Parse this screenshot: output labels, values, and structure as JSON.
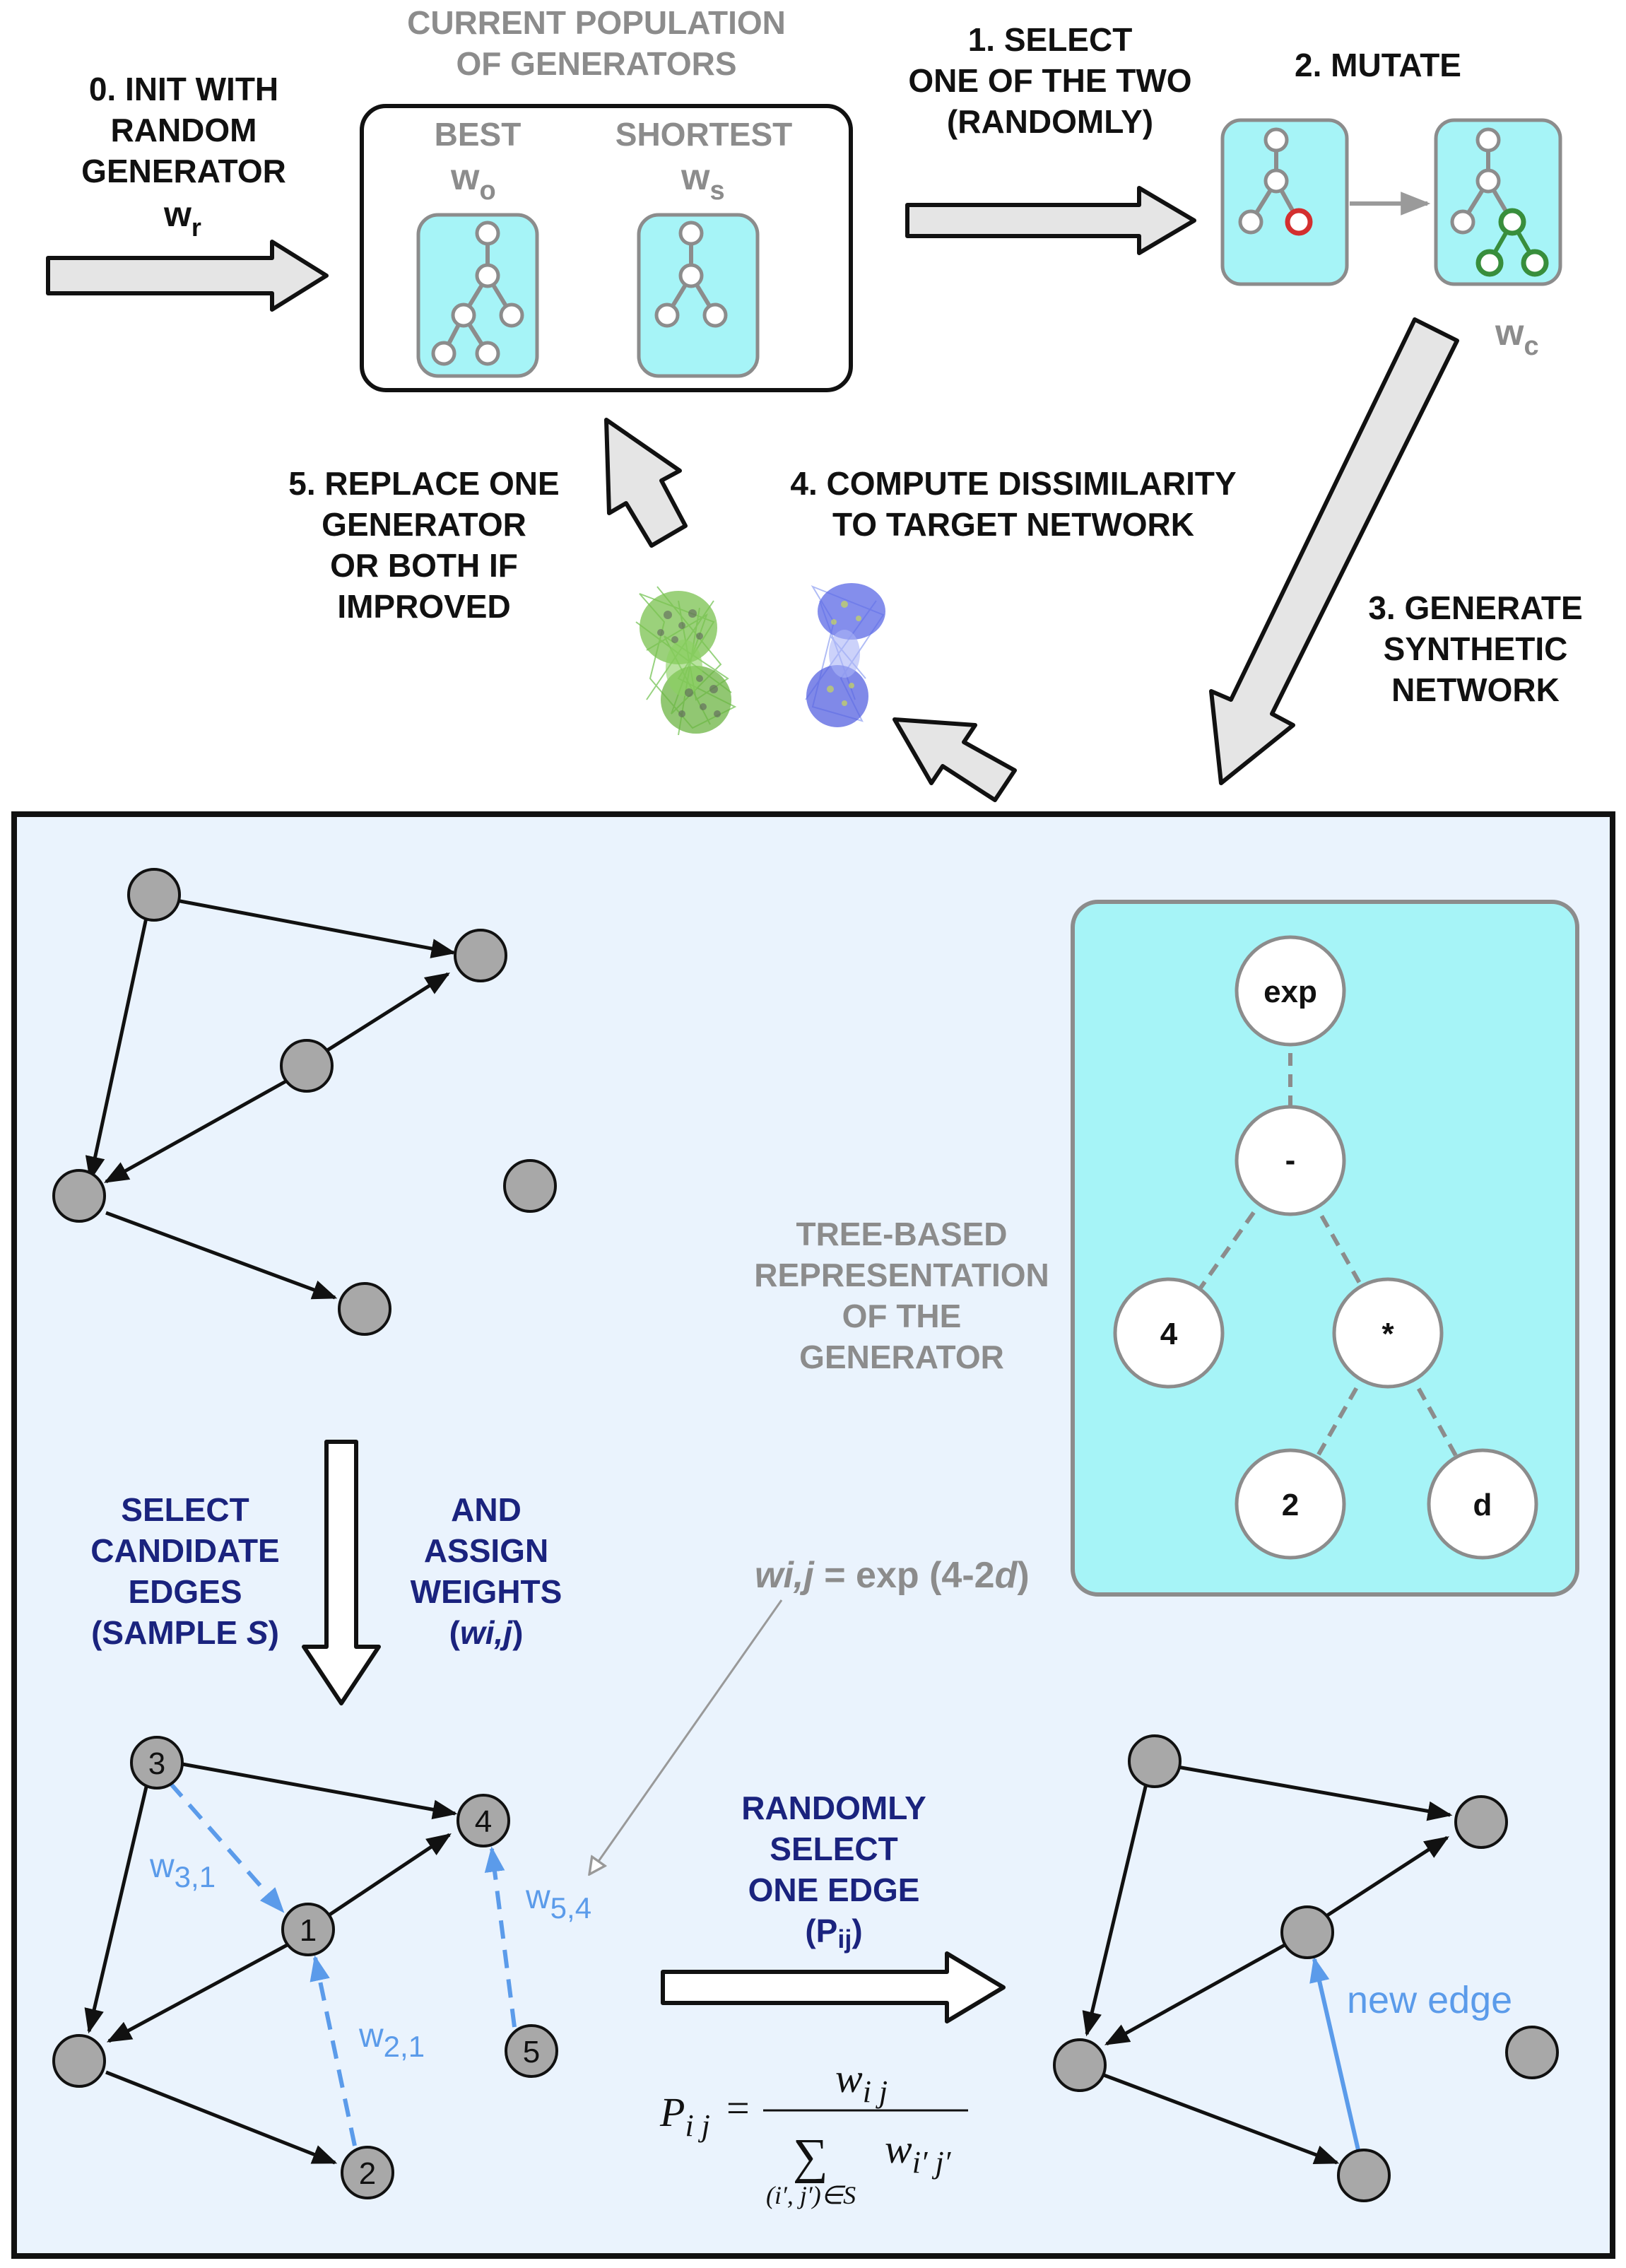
{
  "top": {
    "step0": [
      "0. INIT WITH",
      "RANDOM",
      "GENERATOR"
    ],
    "step0_var": "w",
    "step0_sub": "r",
    "population_title": [
      "CURRENT POPULATION",
      "OF GENERATORS"
    ],
    "best_label": "BEST",
    "best_var": "w",
    "best_sub": "o",
    "shortest_label": "SHORTEST",
    "shortest_var": "w",
    "shortest_sub": "s",
    "step1": [
      "1. SELECT",
      "ONE OF THE TWO",
      "(RANDOMLY)"
    ],
    "step2": "2. MUTATE",
    "mutated_var": "w",
    "mutated_sub": "c",
    "step3": [
      "3. GENERATE",
      "SYNTHETIC",
      "NETWORK"
    ],
    "step4": [
      "4. COMPUTE DISSIMILARITY",
      "TO TARGET NETWORK"
    ],
    "step5": [
      "5. REPLACE ONE",
      "GENERATOR",
      "OR BOTH IF",
      "IMPROVED"
    ]
  },
  "bottom": {
    "tree_caption": [
      "TREE-BASED",
      "REPRESENTATION",
      "OF THE",
      "GENERATOR"
    ],
    "tree_nodes": [
      "exp",
      "-",
      "4",
      "*",
      "2",
      "d"
    ],
    "formula_var": "wi,j",
    "formula_rest": " = exp (4-2",
    "formula_d": "d",
    "formula_close": ")",
    "select_text": [
      "SELECT",
      "CANDIDATE",
      "EDGES"
    ],
    "sample_text_pre": "(SAMPLE ",
    "sample_text_s": "S",
    "sample_text_post": ")",
    "assign_text": [
      "AND",
      "ASSIGN",
      "WEIGHTS"
    ],
    "assign_paren_open": "(",
    "assign_var": "wi,j",
    "assign_paren_close": ")",
    "node_labels": [
      "3",
      "4",
      "1",
      "5",
      "2"
    ],
    "weight_labels": [
      {
        "main": "w",
        "sub": "3,1"
      },
      {
        "main": "w",
        "sub": "5,4"
      },
      {
        "main": "w",
        "sub": "2,1"
      }
    ],
    "random_text": [
      "RANDOMLY",
      "SELECT",
      "ONE EDGE"
    ],
    "pij_open": "(P",
    "pij_sub": "ij",
    "pij_close": ")",
    "equation": {
      "lhs": "P",
      "lhs_sub": "i j",
      "equals": "=",
      "numerator": "w",
      "numerator_sub": "i j",
      "sum": "∑",
      "denominator": "w",
      "denominator_sub": "i′ j′",
      "sum_sub": "(i′, j′)∈S"
    },
    "new_edge_label": "new edge"
  },
  "colors": {
    "cyan": "#a6f4f7",
    "panel": "#eaf3fd",
    "arrow_gray": "#e5e5e5",
    "navy": "#1a237e",
    "blue": "#5b9bea",
    "node_gray": "#a8a8a8",
    "mutation_red": "#d32f2f",
    "mutation_green": "#388e3c"
  }
}
